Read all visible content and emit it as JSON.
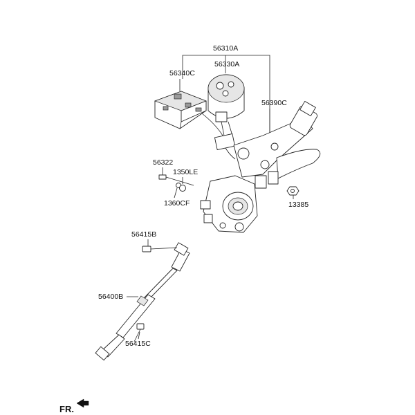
{
  "labels": {
    "assembly": "56310A",
    "motor": "56330A",
    "ecu": "56340C",
    "column": "56390C",
    "bolt": "56322",
    "washer": "1350LE",
    "nut_washer": "1360CF",
    "nut": "13385",
    "bolt_upper": "56415B",
    "shaft": "56400B",
    "bolt_lower": "56415C"
  },
  "orientation": {
    "label": "FR.",
    "icon": "arrow-icon"
  }
}
